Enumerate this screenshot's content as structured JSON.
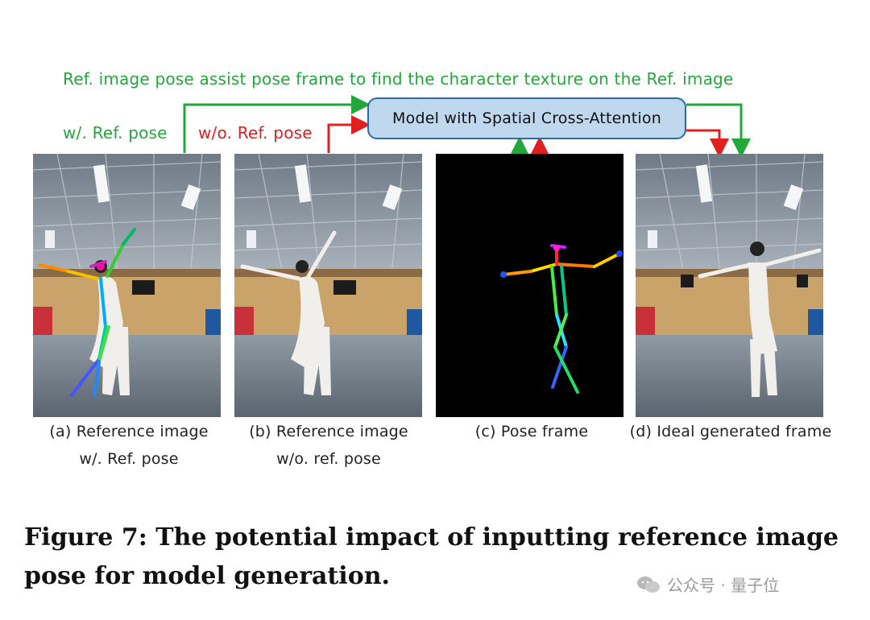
{
  "annotations": {
    "top_note": "Ref. image pose assist pose frame to find the character texture on the Ref. image",
    "with_ref_pose": "w/. Ref. pose",
    "without_ref_pose": "w/o. Ref. pose",
    "model_box": "Model with Spatial Cross-Attention"
  },
  "panels": [
    {
      "caption_line1": "(a) Reference image",
      "caption_line2": "w/. Ref. pose"
    },
    {
      "caption_line1": "(b) Reference image",
      "caption_line2": "w/o. ref. pose"
    },
    {
      "caption_line1": "(c) Pose frame"
    },
    {
      "caption_line1": "(d) Ideal generated frame"
    }
  ],
  "figure_caption": "Figure 7: The potential impact of inputting reference image pose for model generation.",
  "watermark": "公众号 · 量子位",
  "colors": {
    "green_arrow": "#22a83a",
    "red_arrow": "#e02020",
    "model_box_fill": "#bfd8ee",
    "model_box_border": "#2c6aa8"
  }
}
